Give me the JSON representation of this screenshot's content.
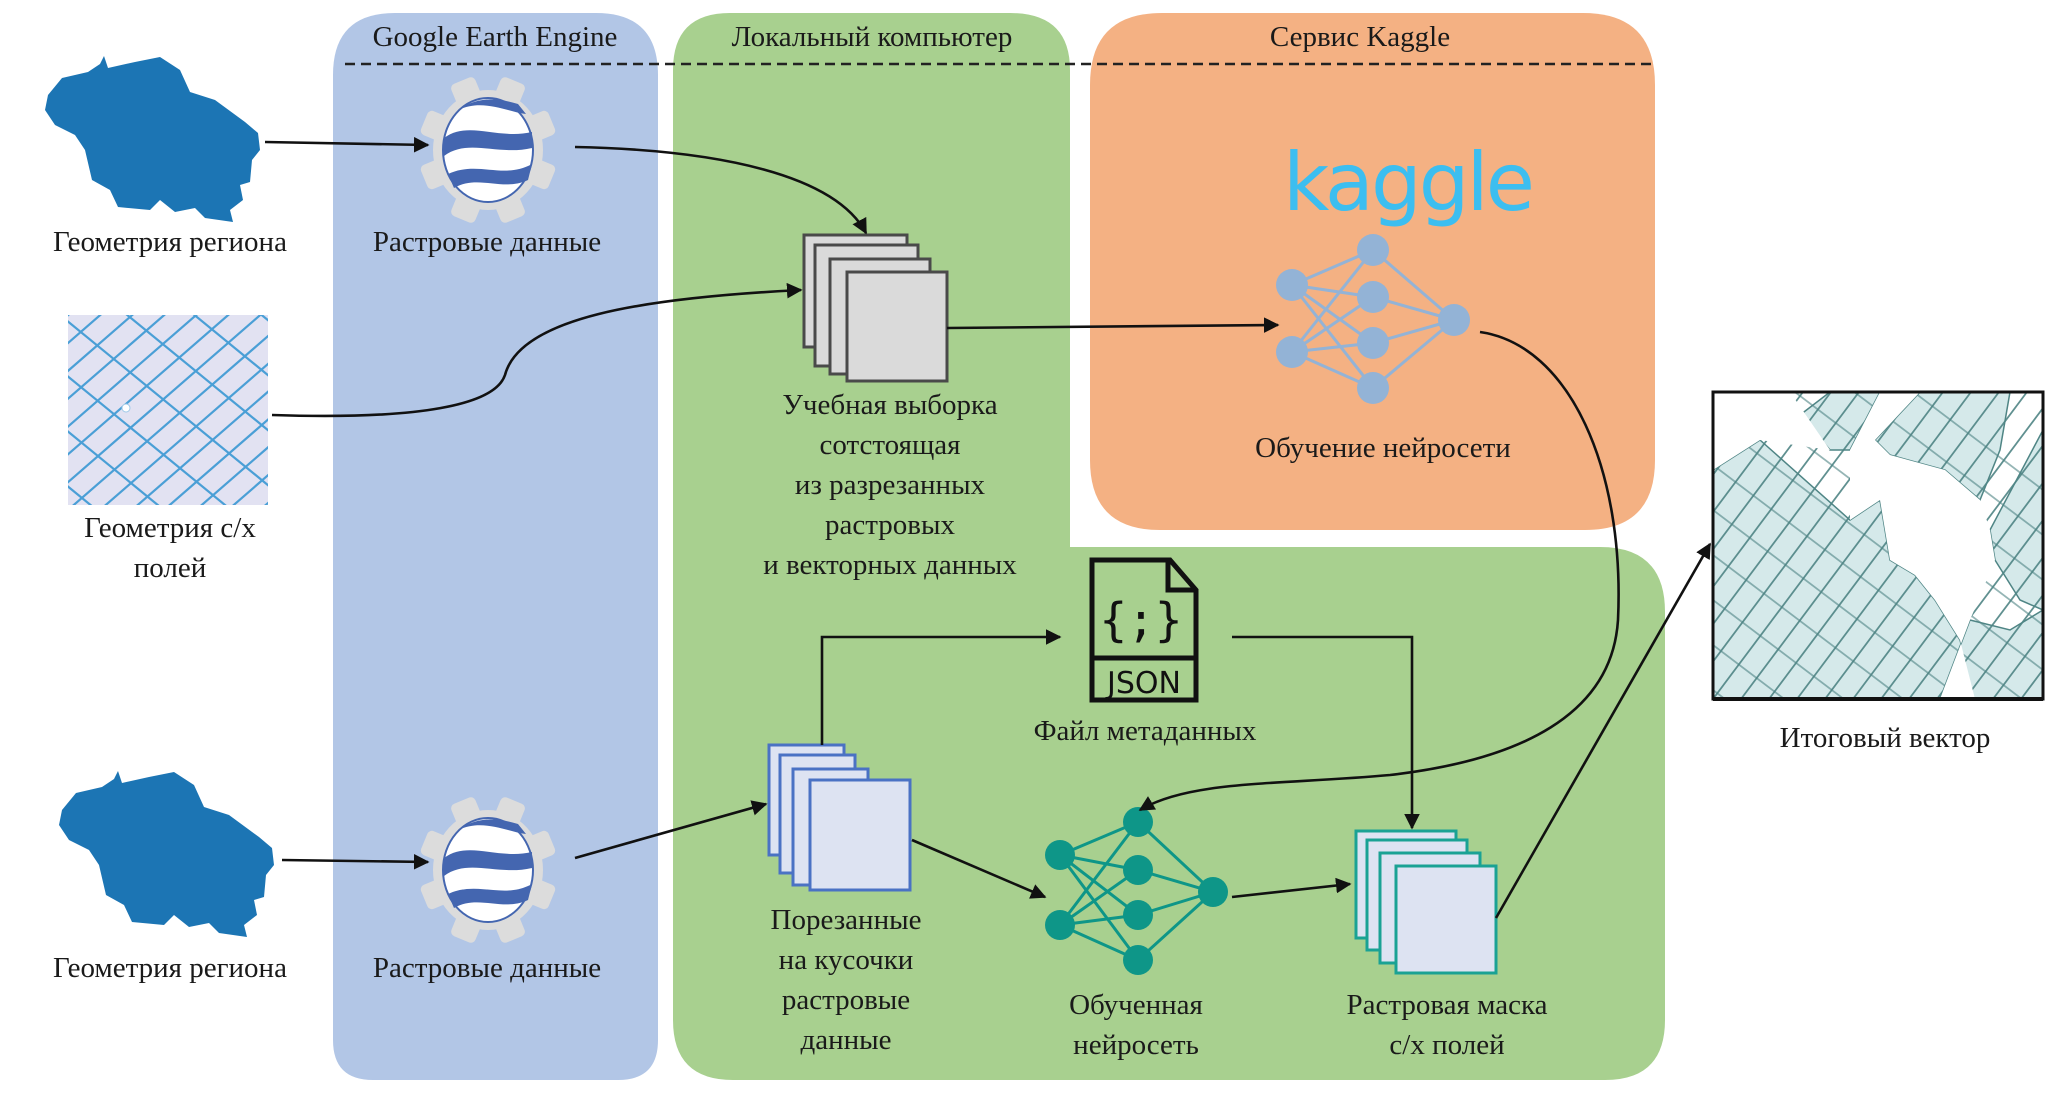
{
  "panels": {
    "earth_engine": {
      "title": "Google Earth Engine",
      "color": "#b2c6e6"
    },
    "local_computer": {
      "title": "Локальный компьютер",
      "color": "#a8d08f"
    },
    "kaggle": {
      "title": "Сервис Kaggle",
      "color": "#f4b183"
    }
  },
  "inputs": {
    "region_top": {
      "label": "Геометрия региона"
    },
    "fields": {
      "label_lines": [
        "Геометрия с/х",
        "полей"
      ]
    },
    "region_bottom": {
      "label": "Геометрия региона"
    }
  },
  "earth_engine_nodes": {
    "raster_top": {
      "label": "Растровые данные"
    },
    "raster_bottom": {
      "label": "Растровые данные"
    }
  },
  "local_nodes": {
    "training_set": {
      "label_lines": [
        "Учебная выборка",
        "сотстоящая",
        "из разрезанных",
        "растровых",
        "и векторных данных"
      ]
    },
    "metadata_file": {
      "label": "Файл метаданных",
      "icon_text": "JSON",
      "icon_braces": "{;}"
    },
    "tiled_raster": {
      "label_lines": [
        "Порезанные",
        "на кусочки",
        "растровые",
        "данные"
      ]
    },
    "trained_network": {
      "label_lines": [
        "Обученная",
        "нейросеть"
      ]
    },
    "raster_mask": {
      "label_lines": [
        "Растровая маска",
        "с/х полей"
      ]
    }
  },
  "kaggle_nodes": {
    "logo_text": "kaggle",
    "training": {
      "label": "Обучение нейросети"
    }
  },
  "output": {
    "final_vector": {
      "label": "Итоговый вектор"
    }
  },
  "colors": {
    "region_fill": "#1c75b4",
    "field_bg": "#e2e2f2",
    "field_lines": "#4a9fd6",
    "kaggle_logo": "#3cbef0",
    "kaggle_nn": "#93b3d6",
    "trained_nn": "#0e9688",
    "gray_sheet": "#dadada",
    "blue_sheet_border": "#4a72c4",
    "teal_sheet_border": "#1aa294",
    "sheet_fill": "#dde3f2",
    "vector_fill": "#d5e9ea",
    "vector_lines": "#4f8585"
  }
}
